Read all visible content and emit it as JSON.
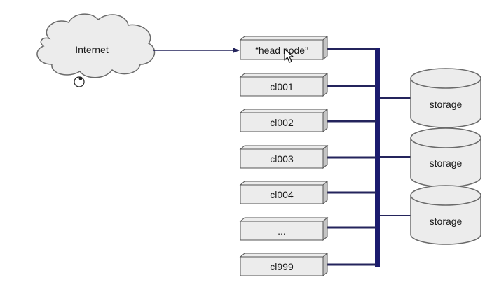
{
  "internet": {
    "label": "Internet"
  },
  "nodes": [
    {
      "id": "head",
      "label": "“head node”"
    },
    {
      "id": "cl001",
      "label": "cl001"
    },
    {
      "id": "cl002",
      "label": "cl002"
    },
    {
      "id": "cl003",
      "label": "cl003"
    },
    {
      "id": "cl004",
      "label": "cl004"
    },
    {
      "id": "ellipsis",
      "label": "..."
    },
    {
      "id": "cl999",
      "label": "cl999"
    }
  ],
  "storage": [
    {
      "label": "storage"
    },
    {
      "label": "storage"
    },
    {
      "label": "storage"
    }
  ],
  "colors": {
    "bus": "#1b1b6e",
    "link": "#24245c",
    "box_fill": "#ececec",
    "box_side": "#c4c4c4",
    "box_stroke": "#555555",
    "shape_stroke": "#6a6a6a"
  },
  "icons": {
    "pointer": "mouse-pointer-icon"
  }
}
